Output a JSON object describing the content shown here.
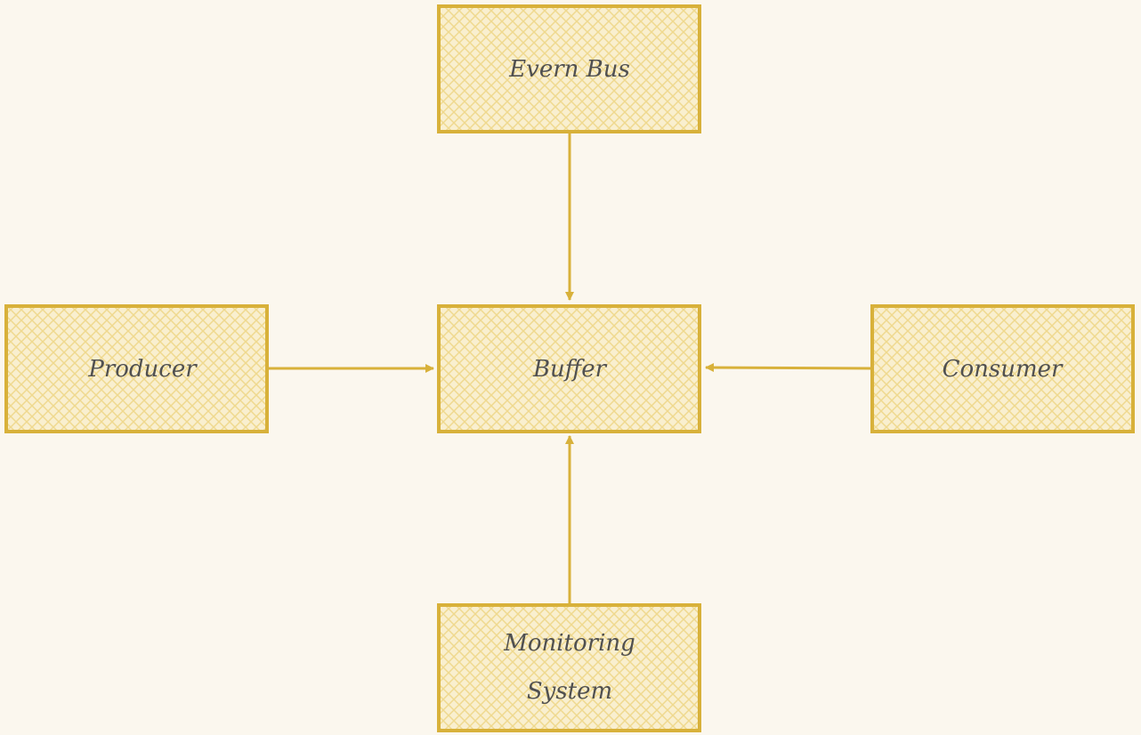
{
  "diagram": {
    "colors": {
      "background": "#fbf7ee",
      "box_fill": "#f9efcf",
      "box_stroke": "#d8b13a",
      "arrow": "#d8b13a",
      "text": "#505050"
    },
    "nodes": {
      "event_bus": {
        "label": "Evern Bus"
      },
      "producer": {
        "label": "Producer"
      },
      "buffer": {
        "label": "Buffer"
      },
      "consumer": {
        "label": "Consumer"
      },
      "monitoring": {
        "line1": "Monitoring",
        "line2": "System"
      }
    },
    "edges": [
      {
        "from": "Evern Bus",
        "to": "Buffer"
      },
      {
        "from": "Producer",
        "to": "Buffer"
      },
      {
        "from": "Consumer",
        "to": "Buffer"
      },
      {
        "from": "Monitoring System",
        "to": "Buffer"
      }
    ]
  }
}
